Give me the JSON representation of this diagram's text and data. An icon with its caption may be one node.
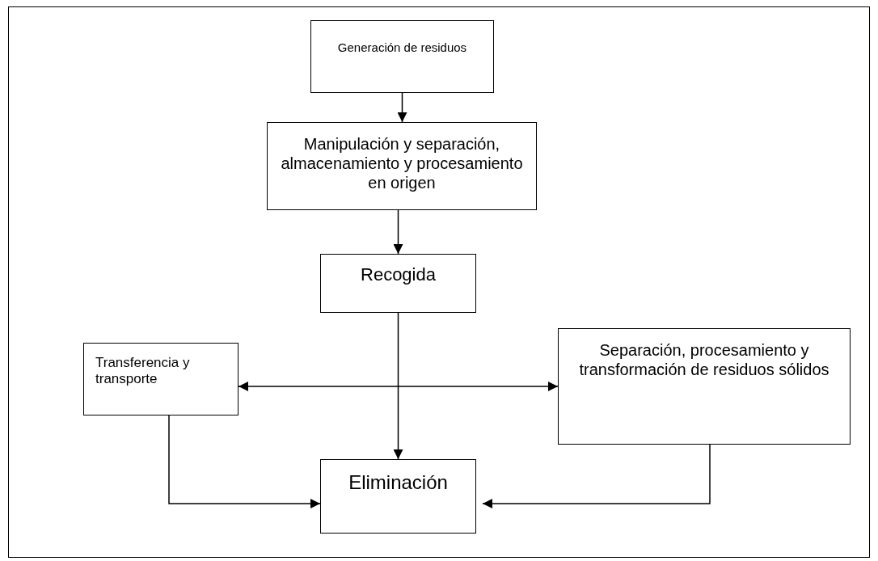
{
  "diagram": {
    "nodes": [
      {
        "text": [
          "Generación de residuos"
        ]
      },
      {
        "text": [
          "Manipulación y separación, almacenamiento y procesamiento en origen"
        ]
      },
      {
        "text": [
          "Recogida"
        ]
      },
      {
        "text": [
          "Transferencia y transporte"
        ]
      },
      {
        "text": [
          "Separación, procesamiento y transformación de residuos sólidos"
        ]
      },
      {
        "text": [
          "Eliminación"
        ]
      }
    ],
    "edges": [
      {
        "from": 0,
        "to": 1,
        "arrow": "to"
      },
      {
        "from": 1,
        "to": 2,
        "arrow": "to"
      },
      {
        "from": 2,
        "to": 5,
        "arrow": "to"
      },
      {
        "from": 3,
        "to": 4,
        "arrow": "both"
      },
      {
        "from": 3,
        "to": 5,
        "arrow": "to"
      },
      {
        "from": 4,
        "to": 5,
        "arrow": "to"
      }
    ]
  }
}
